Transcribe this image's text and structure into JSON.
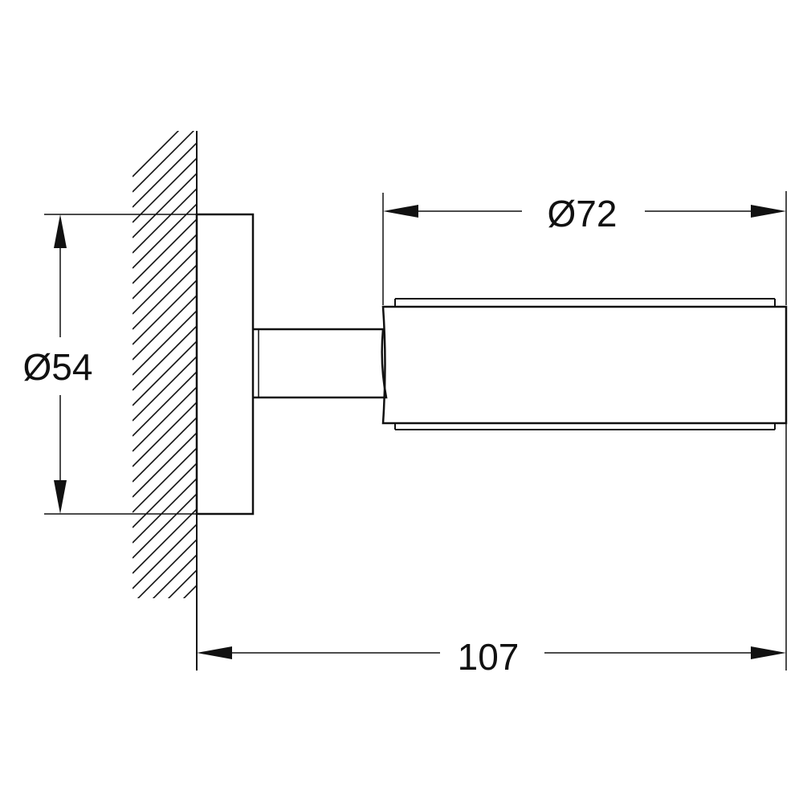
{
  "drawing": {
    "line_color": "#111111",
    "background": "#ffffff",
    "dimensions": {
      "base_diameter": "Ø54",
      "cup_diameter": "Ø72",
      "projection": "107"
    }
  }
}
